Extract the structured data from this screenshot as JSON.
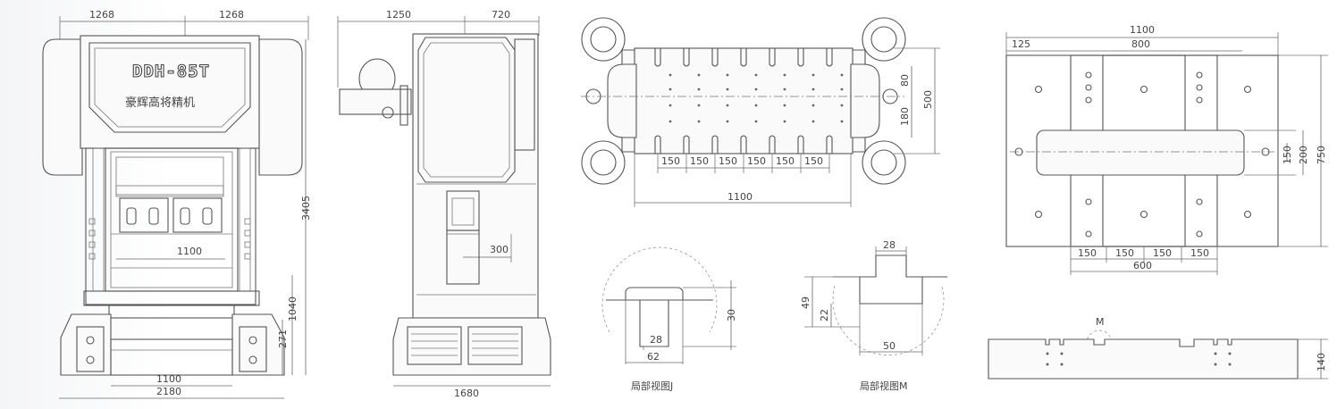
{
  "front_view": {
    "dim_top_left": "1268",
    "dim_top_right": "1268",
    "model": "DDH-85T",
    "brand": "豪辉高将精机",
    "dim_height": "3405",
    "dim_inner": "1100",
    "dim_1040": "1040",
    "dim_271": "271",
    "dim_base_inner": "1100",
    "dim_base_total": "2180"
  },
  "side_view": {
    "dim_top_left": "1250",
    "dim_top_right": "720",
    "dim_300": "300",
    "dim_base": "1680"
  },
  "bolster_plan": {
    "dims_right": [
      "80",
      "180",
      "500"
    ],
    "slot_spacing": [
      "150",
      "150",
      "150",
      "150",
      "150",
      "150"
    ],
    "dim_length": "1100"
  },
  "detail_j": {
    "dim_28": "28",
    "dim_62": "62",
    "dim_30": "30",
    "caption": "局部视图J"
  },
  "detail_m": {
    "dim_28": "28",
    "dim_49": "49",
    "dim_22": "22",
    "dim_50": "50",
    "caption": "局部视图M"
  },
  "slide_plan": {
    "dim_1100": "1100",
    "dim_125": "125",
    "dim_800": "800",
    "dims_right": [
      "150",
      "200",
      "750"
    ],
    "bottom_spacing": [
      "150",
      "150",
      "150",
      "150"
    ],
    "dim_600": "600"
  },
  "slide_side": {
    "label_m": "M",
    "dim_140": "140"
  }
}
